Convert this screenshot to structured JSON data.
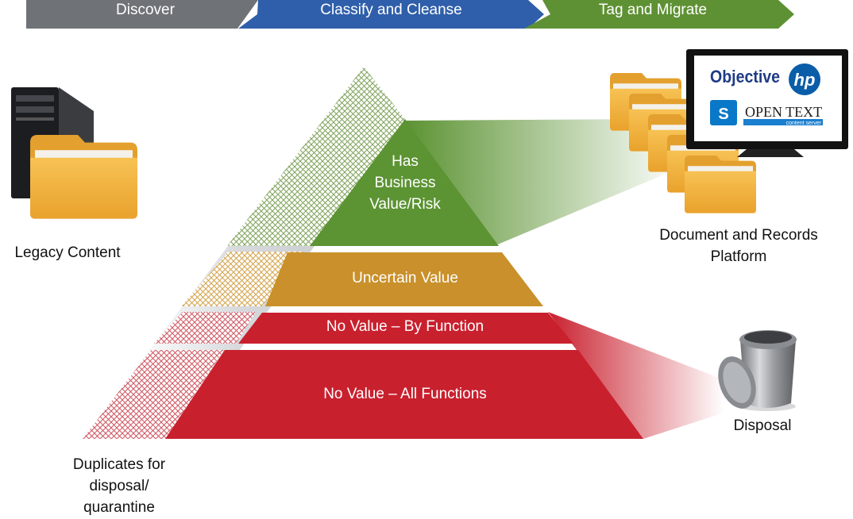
{
  "colors": {
    "discover": "#6f7378",
    "classify": "#2f5faa",
    "tag": "#5e9133",
    "tier_business": "#5c9333",
    "tier_uncertain": "#c9902b",
    "tier_no_value": "#c9202e"
  },
  "phases": [
    {
      "label": "Discover"
    },
    {
      "label": "Classify and Cleanse"
    },
    {
      "label": "Tag and Migrate"
    }
  ],
  "tiers": {
    "business": {
      "lines": [
        "Has",
        "Business",
        "Value/Risk"
      ]
    },
    "uncertain": {
      "label": "Uncertain Value"
    },
    "no_value_function": {
      "label": "No Value – By Function"
    },
    "no_value_all": {
      "label": "No Value – All Functions"
    }
  },
  "labels": {
    "legacy": "Legacy Content",
    "platform_line1": "Document and Records",
    "platform_line2": "Platform",
    "disposal": "Disposal",
    "duplicates_line1": "Duplicates for",
    "duplicates_line2": "disposal/",
    "duplicates_line3": "quarantine"
  },
  "logos": {
    "objective": "Objective",
    "hp": "hp",
    "opentext": "OPEN TEXT",
    "opentext_sub": "content server",
    "sharepoint": "S"
  },
  "icons": [
    "computer-tower-icon",
    "folder-icon",
    "folder-stack-icon",
    "monitor-icon",
    "trash-can-icon"
  ]
}
